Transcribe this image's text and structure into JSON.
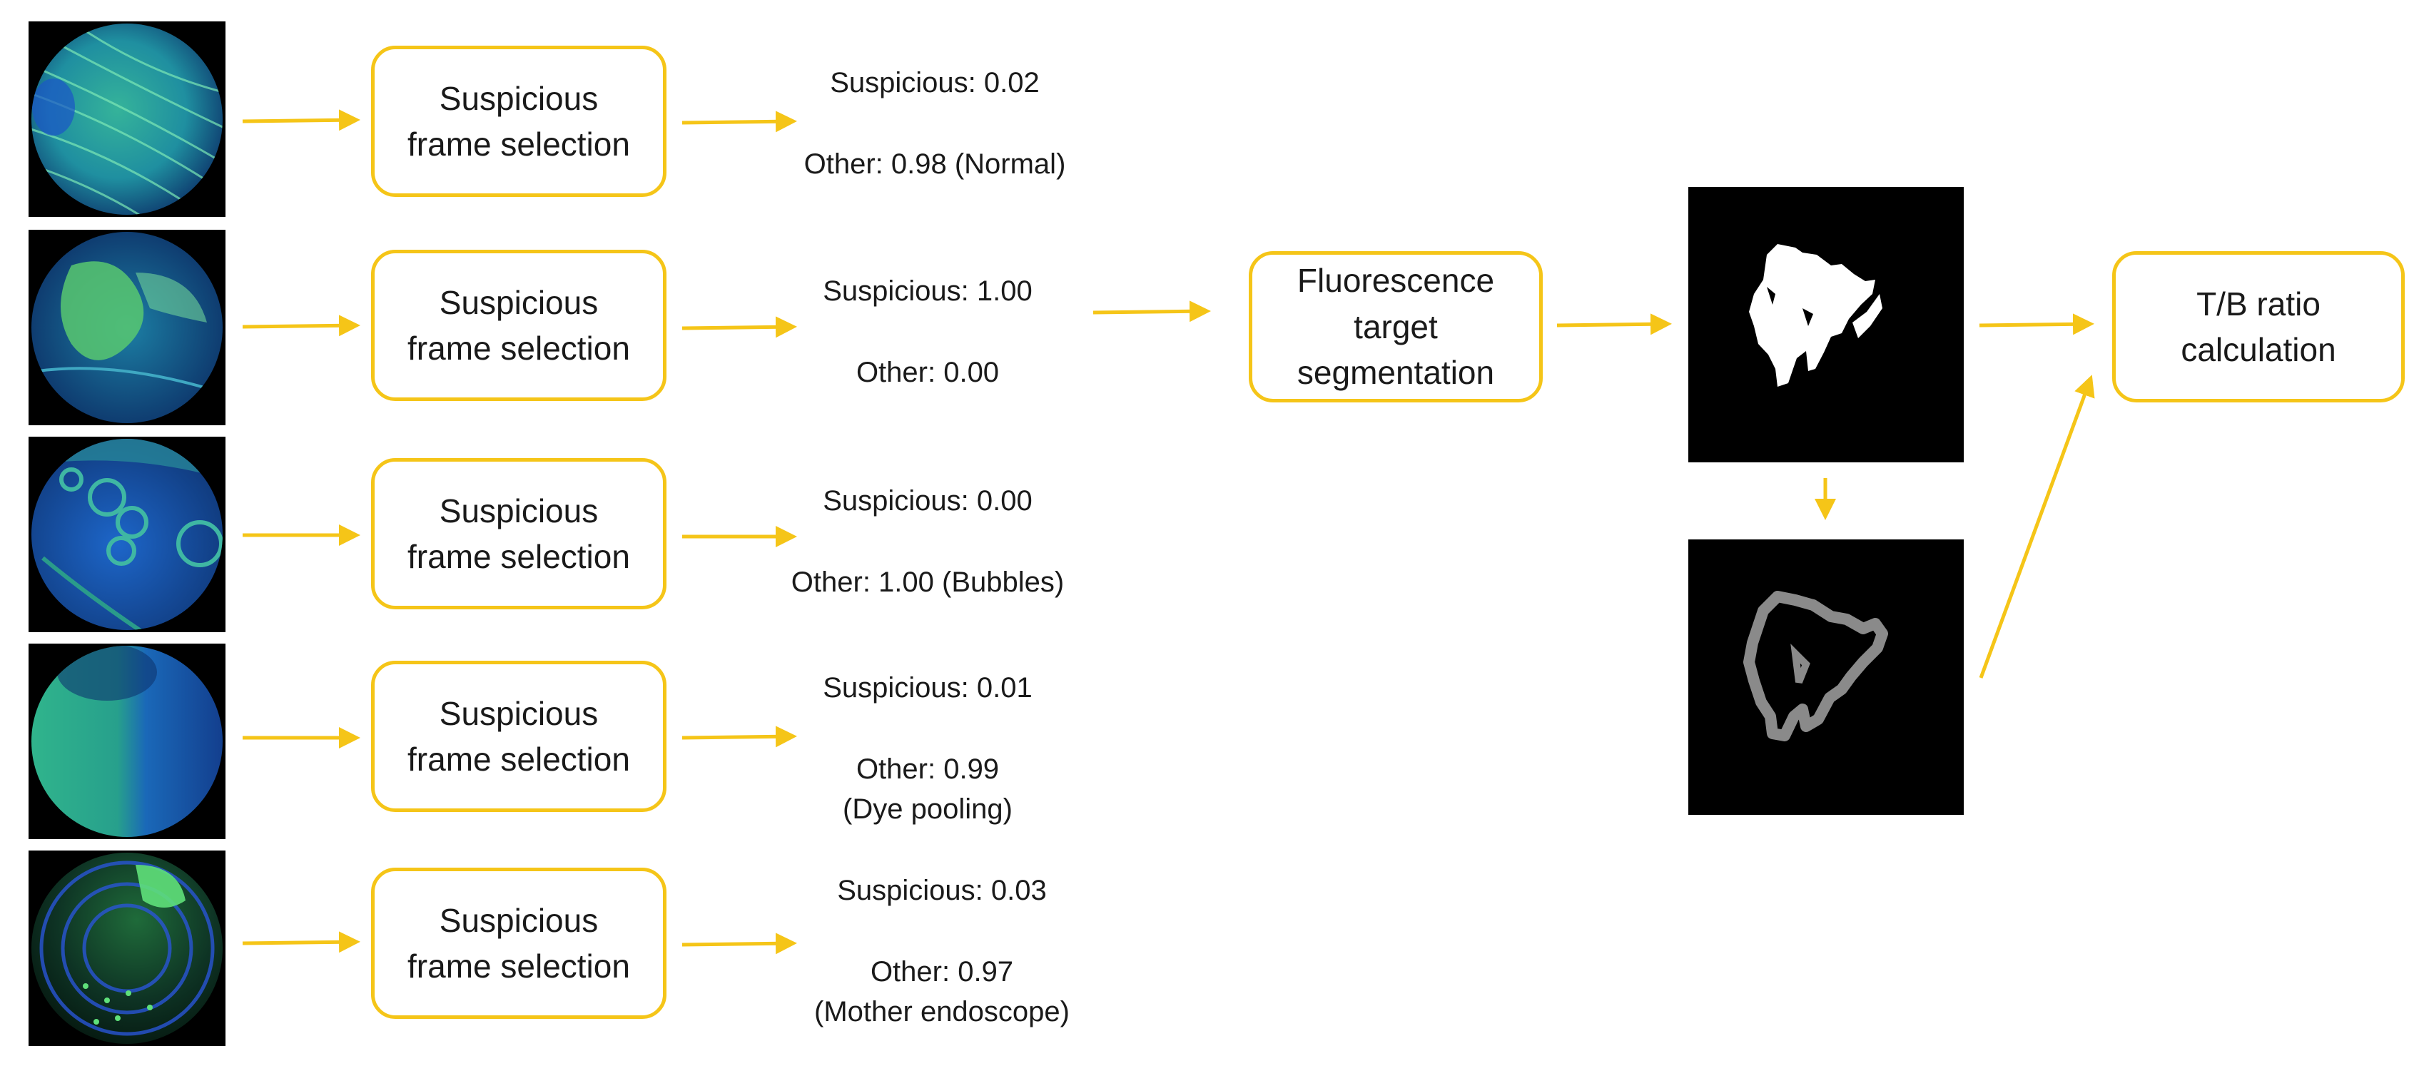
{
  "colors": {
    "accent": "#f5c518",
    "mask": "#ffffff",
    "ring": "#8a8a8a"
  },
  "rows": [
    {
      "image": "endoscopy-frame-normal",
      "step_label": "Suspicious\nframe selection",
      "suspicious_text": "Suspicious:  0.02",
      "other_text": "Other: 0.98 (Normal)"
    },
    {
      "image": "endoscopy-frame-lesion",
      "step_label": "Suspicious\nframe selection",
      "suspicious_text": "Suspicious:  1.00",
      "other_text": "Other: 0.00"
    },
    {
      "image": "endoscopy-frame-bubbles",
      "step_label": "Suspicious\nframe selection",
      "suspicious_text": "Suspicious:  0.00",
      "other_text": "Other: 1.00 (Bubbles)"
    },
    {
      "image": "endoscopy-frame-dye-pooling",
      "step_label": "Suspicious\nframe selection",
      "suspicious_text": "Suspicious:  0.01",
      "other_text": "Other: 0.99\n(Dye pooling)"
    },
    {
      "image": "endoscopy-frame-mother-endoscope",
      "step_label": "Suspicious\nframe selection",
      "suspicious_text": "Suspicious:  0.03",
      "other_text": "Other: 0.97\n(Mother endoscope)"
    }
  ],
  "segmentation": {
    "label": "Fluorescence\ntarget\nsegmentation"
  },
  "mask_panel": {
    "image": "segmentation-mask"
  },
  "background_panel": {
    "image": "background-ring-mask"
  },
  "ratio": {
    "label": "T/B ratio\ncalculation"
  }
}
